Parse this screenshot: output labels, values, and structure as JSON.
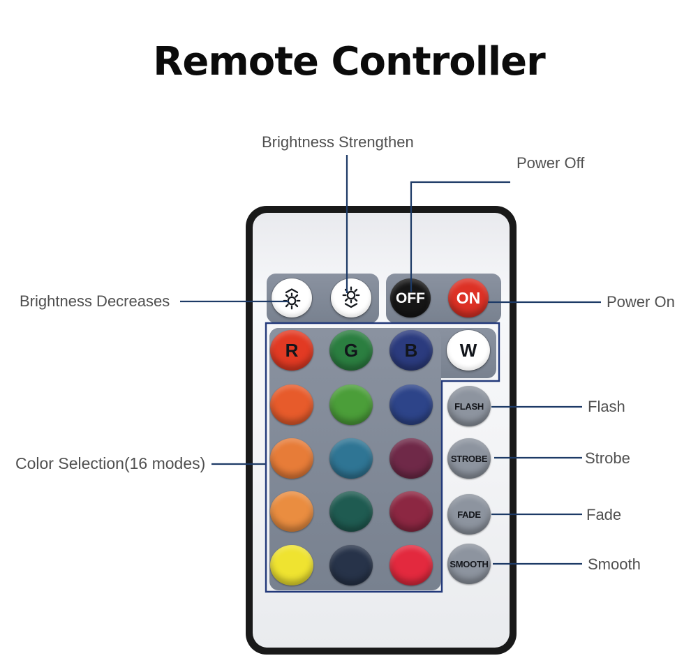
{
  "title": "Remote Controller",
  "colors": {
    "callout_line": "#1d3a66",
    "selection_outline": "#22397a",
    "panel_gray": "#7e8694",
    "mode_button_gray": "#8d949f",
    "label_text": "#4f4f4f",
    "remote_border": "#191919",
    "off_black": "#161616",
    "on_red": "#dd3125"
  },
  "callouts": {
    "brightness_strengthen": "Brightness Strengthen",
    "power_off": "Power Off",
    "brightness_decreases": "Brightness Decreases",
    "power_on": "Power On",
    "color_selection": "Color Selection(16 modes)",
    "flash": "Flash",
    "strobe": "Strobe",
    "fade": "Fade",
    "smooth": "Smooth"
  },
  "remote": {
    "top_buttons": [
      {
        "name": "brightness-decrease-button",
        "icon": "sun-chevron-up-icon",
        "bg": "#ffffff"
      },
      {
        "name": "brightness-increase-button",
        "icon": "sun-chevron-down-icon",
        "bg": "#ffffff"
      },
      {
        "name": "off-button",
        "label": "OFF",
        "bg": "#161616"
      },
      {
        "name": "on-button",
        "label": "ON",
        "bg": "#dd3125"
      }
    ],
    "rgbw_buttons": [
      {
        "name": "r-button",
        "label": "R",
        "bg": "#e23a23"
      },
      {
        "name": "g-button",
        "label": "G",
        "bg": "#2b7e40"
      },
      {
        "name": "b-button",
        "label": "B",
        "bg": "#2b3b7e"
      },
      {
        "name": "w-button",
        "label": "W",
        "bg": "#ffffff"
      }
    ],
    "color_buttons": [
      {
        "name": "color-button-orange-red",
        "bg": "#e75b2b"
      },
      {
        "name": "color-button-green",
        "bg": "#4b9e39"
      },
      {
        "name": "color-button-blue",
        "bg": "#2d4489"
      },
      {
        "name": "color-button-orange",
        "bg": "#e77c38"
      },
      {
        "name": "color-button-teal-blue",
        "bg": "#2f7594"
      },
      {
        "name": "color-button-plum",
        "bg": "#6f2948"
      },
      {
        "name": "color-button-amber",
        "bg": "#ea8d40"
      },
      {
        "name": "color-button-dark-teal",
        "bg": "#1f5b51"
      },
      {
        "name": "color-button-maroon",
        "bg": "#8c2742"
      },
      {
        "name": "color-button-yellow",
        "bg": "#efe330"
      },
      {
        "name": "color-button-dark-navy",
        "bg": "#273349"
      },
      {
        "name": "color-button-crimson",
        "bg": "#e3293e"
      }
    ],
    "mode_buttons": [
      {
        "name": "flash-button",
        "label": "FLASH"
      },
      {
        "name": "strobe-button",
        "label": "STROBE"
      },
      {
        "name": "fade-button",
        "label": "FADE"
      },
      {
        "name": "smooth-button",
        "label": "SMOOTH"
      }
    ]
  }
}
